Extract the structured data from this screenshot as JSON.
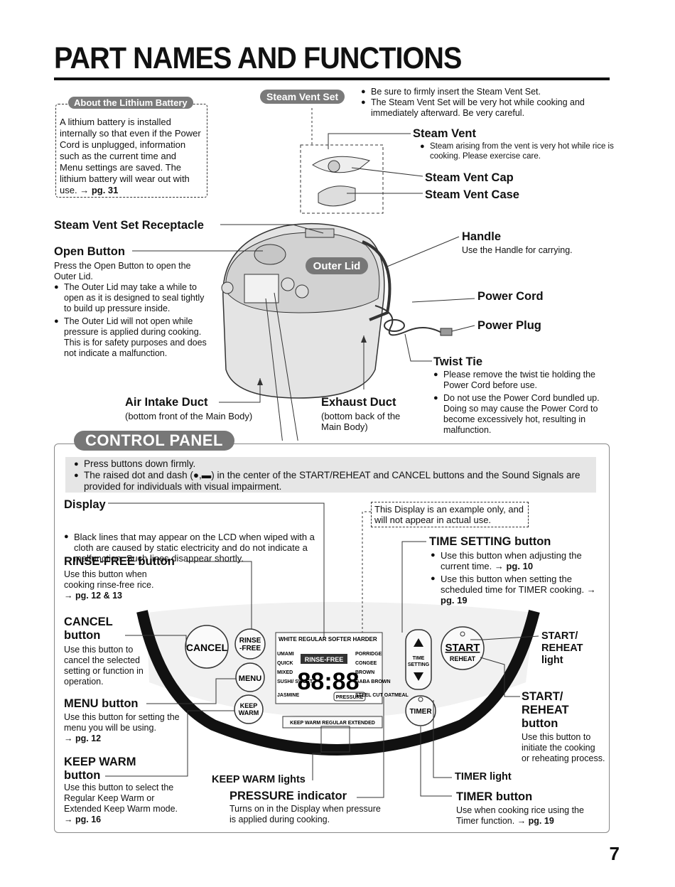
{
  "title": "PART NAMES AND FUNCTIONS",
  "page_number": "7",
  "lithium": {
    "badge": "About the Lithium Battery",
    "text": "A lithium battery is installed internally so that even if the Power Cord is unplugged, information such as the current time and Menu settings are saved. The lithium battery will wear out with use.",
    "ref": "→ pg. 31"
  },
  "steam_vent_set": {
    "badge": "Steam Vent Set",
    "bullets": [
      "Be sure to firmly insert the Steam Vent Set.",
      "The Steam Vent Set will be very hot while cooking and immediately afterward. Be very careful."
    ],
    "vent": "Steam Vent",
    "vent_note": "Steam arising from the vent is very hot while rice is cooking. Please exercise care.",
    "cap": "Steam Vent Cap",
    "case": "Steam Vent Case"
  },
  "receptacle": "Steam Vent Set Receptacle",
  "open_button": {
    "label": "Open Button",
    "text": "Press the Open Button to open the Outer Lid.",
    "bullets": [
      "The Outer Lid may take a while to open as it is designed to seal tightly to build up pressure inside.",
      "The Outer Lid will not open while pressure is applied during cooking. This is for safety purposes and does not indicate a malfunction."
    ]
  },
  "outer_lid": "Outer Lid",
  "handle": {
    "label": "Handle",
    "text": "Use the Handle for carrying."
  },
  "power_cord": "Power Cord",
  "power_plug": "Power Plug",
  "twist_tie": {
    "label": "Twist Tie",
    "bullets": [
      "Please remove the twist tie holding the Power Cord before use.",
      "Do not use the Power Cord bundled up. Doing so may cause the Power Cord to become excessively hot, resulting in malfunction."
    ]
  },
  "air_intake": {
    "label": "Air Intake Duct",
    "text": "(bottom front of the Main Body)"
  },
  "exhaust": {
    "label": "Exhaust Duct",
    "text": "(bottom back of the Main Body)"
  },
  "control_panel": {
    "badge": "CONTROL PANEL",
    "note1": "Press buttons down firmly.",
    "note2": "The raised dot and dash (●,▬) in the center of the START/REHEAT and CANCEL buttons and the Sound Signals are provided for individuals with visual impairment.",
    "display_label": "Display",
    "display_text": "Black lines that may appear on the LCD when wiped with a cloth are caused by static electricity and do not indicate a malfunction. Such lines disappear shortly.",
    "example_note": "This Display is an example only, and will not appear in actual use.",
    "rinse_label": "RINSE-FREE button",
    "rinse_text": "Use this button when cooking rinse-free rice.",
    "rinse_ref": "→ pg. 12 & 13",
    "time_setting_label": "TIME SETTING button",
    "time_setting_b1": "Use this button when adjusting the current time.",
    "time_setting_b1_ref": "→ pg. 10",
    "time_setting_b2": "Use this button when setting the scheduled time for TIMER cooking.",
    "time_setting_b2_ref": "→ pg. 19",
    "cancel_label": "CANCEL button",
    "cancel_text": "Use this button to cancel the selected setting or function in operation.",
    "start_light": "START/ REHEAT light",
    "menu_label": "MENU button",
    "menu_text": "Use this button for setting the menu you will be using.",
    "menu_ref": "→ pg. 12",
    "start_button_label": "START/ REHEAT button",
    "start_button_text": "Use this button to initiate the cooking or reheating process.",
    "keepwarm_label": "KEEP WARM button",
    "keepwarm_text": "Use this button to select the Regular Keep Warm or Extended Keep Warm mode.",
    "keepwarm_ref": "→ pg. 16",
    "keepwarm_lights": "KEEP WARM lights",
    "pressure_label": "PRESSURE indicator",
    "pressure_text": "Turns on in the Display when pressure is applied during cooking.",
    "timer_light": "TIMER light",
    "timer_label": "TIMER button",
    "timer_text": "Use when cooking rice using the Timer function.",
    "timer_ref": "→ pg. 19"
  },
  "panel_graphics": {
    "btn_cancel": "CANCEL",
    "btn_rinse": "RINSE -FREE",
    "btn_menu": "MENU",
    "btn_keep": "KEEP WARM",
    "btn_start": "START",
    "btn_reheat": "REHEAT",
    "btn_timer": "TIMER",
    "btn_time_setting": "TIME SETTING",
    "lcd_top": "WHITE  REGULAR  SOFTER  HARDER",
    "lcd_digits": "88:88",
    "lcd_rinse": "RINSE-FREE",
    "lcd_left": [
      "UMAMI",
      "QUICK",
      "MIXED",
      "SUSHI/ SWEET",
      "JASMINE"
    ],
    "lcd_right": [
      "PORRIDGE",
      "CONGEE",
      "BROWN",
      "GABA BROWN",
      "STEEL CUT OATMEAL"
    ],
    "lcd_pressure": "PRESSURE",
    "lcd_keep": "KEEP WARM  REGULAR  EXTENDED"
  }
}
